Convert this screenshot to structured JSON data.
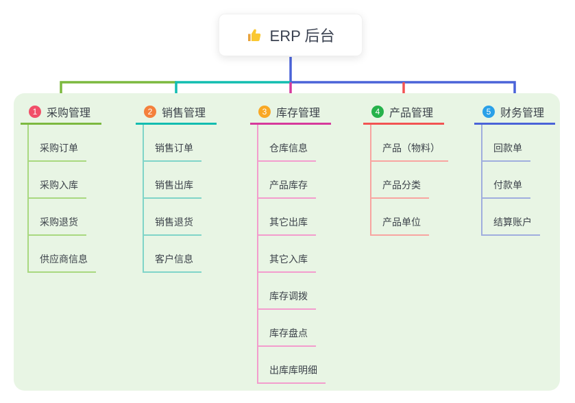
{
  "app": {
    "type": "mindmap",
    "background_color": "#ffffff",
    "panel_bg_color": "#e8f5e4",
    "root_connector_color": "#4a63d8"
  },
  "root": {
    "icon": "thumbs-up-icon",
    "label": "ERP 后台"
  },
  "branches": [
    {
      "index": "1",
      "label": "采购管理",
      "badge_color": "#f14f68",
      "line_color": "#7cb93f",
      "child_line_color": "#a8d87f",
      "children": [
        "采购订单",
        "采购入库",
        "采购退货",
        "供应商信息"
      ]
    },
    {
      "index": "2",
      "label": "销售管理",
      "badge_color": "#f4803c",
      "line_color": "#12bdb0",
      "child_line_color": "#7fd4c8",
      "children": [
        "销售订单",
        "销售出库",
        "销售退货",
        "客户信息"
      ]
    },
    {
      "index": "3",
      "label": "库存管理",
      "badge_color": "#f9a825",
      "line_color": "#d6399b",
      "child_line_color": "#f39ccd",
      "children": [
        "仓库信息",
        "产品库存",
        "其它出库",
        "其它入库",
        "库存调拨",
        "库存盘点",
        "出库库明细"
      ]
    },
    {
      "index": "4",
      "label": "产品管理",
      "badge_color": "#26b24b",
      "line_color": "#f25352",
      "child_line_color": "#f8a4a0",
      "children": [
        "产品（物料）",
        "产品分类",
        "产品单位"
      ]
    },
    {
      "index": "5",
      "label": "财务管理",
      "badge_color": "#2aa0e8",
      "line_color": "#4a63d8",
      "child_line_color": "#9fadde",
      "children": [
        "回款单",
        "付款单",
        "结算账户"
      ]
    }
  ]
}
